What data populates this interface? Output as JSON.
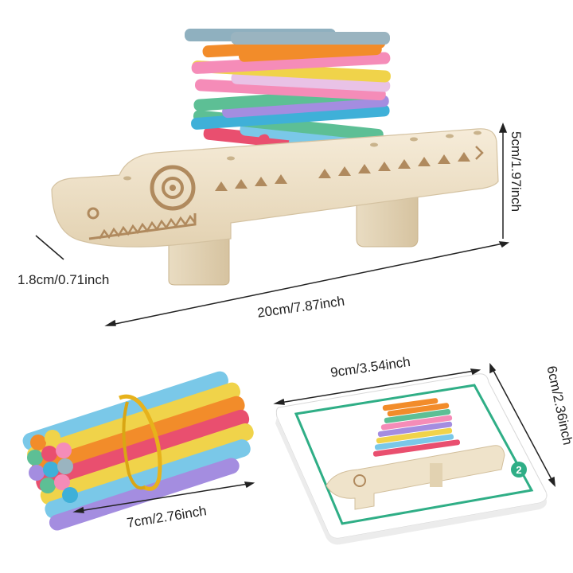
{
  "dimensions": {
    "thickness": "1.8cm/0.71inch",
    "length": "20cm/7.87inch",
    "height": "5cm/1.97inch",
    "sticks": "7cm/2.76inch",
    "card_width": "9cm/3.54inch",
    "card_height": "6cm/2.36inch"
  },
  "card": {
    "number": "2"
  },
  "colors": {
    "wood": "#eee2cc",
    "wood_dark": "#b08a5e",
    "card_border": "#2fae86",
    "sticks": [
      "#f0d34a",
      "#f28c2a",
      "#e94f6f",
      "#7ac8e8",
      "#5dbf95",
      "#f58cb8",
      "#a48de0",
      "#9ab4c0"
    ]
  }
}
